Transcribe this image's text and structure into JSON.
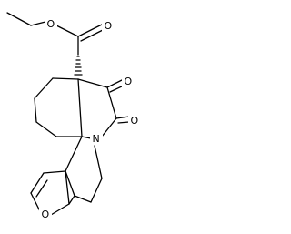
{
  "structure": {
    "atom_labels": {
      "ester_ether_oxygen": "O",
      "ester_carbonyl_oxygen": "O",
      "upper_ketone_oxygen": "O",
      "lactam_oxygen": "O",
      "lactam_nitrogen": "N",
      "furan_oxygen": "O"
    },
    "colors": {
      "bond": "#000000",
      "label": "#000000",
      "background": "#ffffff"
    }
  }
}
